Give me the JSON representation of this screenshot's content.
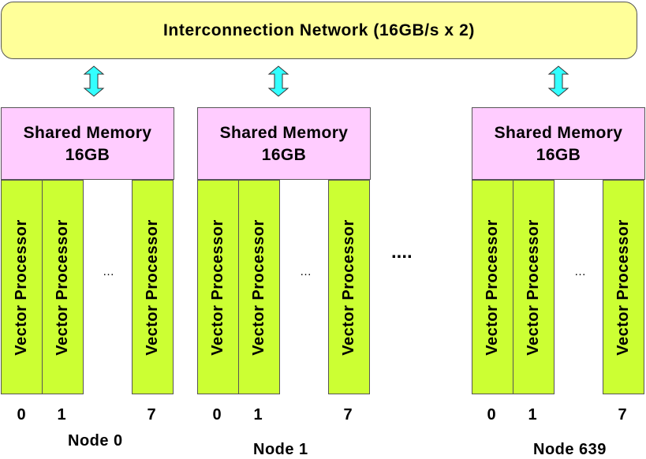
{
  "network": {
    "label": "Interconnection Network (16GB/s x 2)"
  },
  "nodes": [
    {
      "label": "Node 0",
      "memory": {
        "line1": "Shared Memory",
        "line2": "16GB"
      },
      "processors": [
        "Vector Processor",
        "Vector Processor",
        "Vector Processor"
      ],
      "ellipsis": "…",
      "indices": [
        "0",
        "1",
        "7"
      ]
    },
    {
      "label": "Node 1",
      "memory": {
        "line1": "Shared Memory",
        "line2": "16GB"
      },
      "processors": [
        "Vector Processor",
        "Vector Processor",
        "Vector Processor"
      ],
      "ellipsis": "…",
      "indices": [
        "0",
        "1",
        "7"
      ]
    },
    {
      "label": "Node 639",
      "memory": {
        "line1": "Shared Memory",
        "line2": "16GB"
      },
      "processors": [
        "Vector Processor",
        "Vector Processor",
        "Vector Processor"
      ],
      "ellipsis": "…",
      "indices": [
        "0",
        "1",
        "7"
      ]
    }
  ],
  "between_nodes_ellipsis": "....",
  "colors": {
    "network_fill": "#ffff99",
    "memory_fill": "#ffccff",
    "processor_fill": "#ccff33",
    "arrow_fill": "#33ffff"
  }
}
